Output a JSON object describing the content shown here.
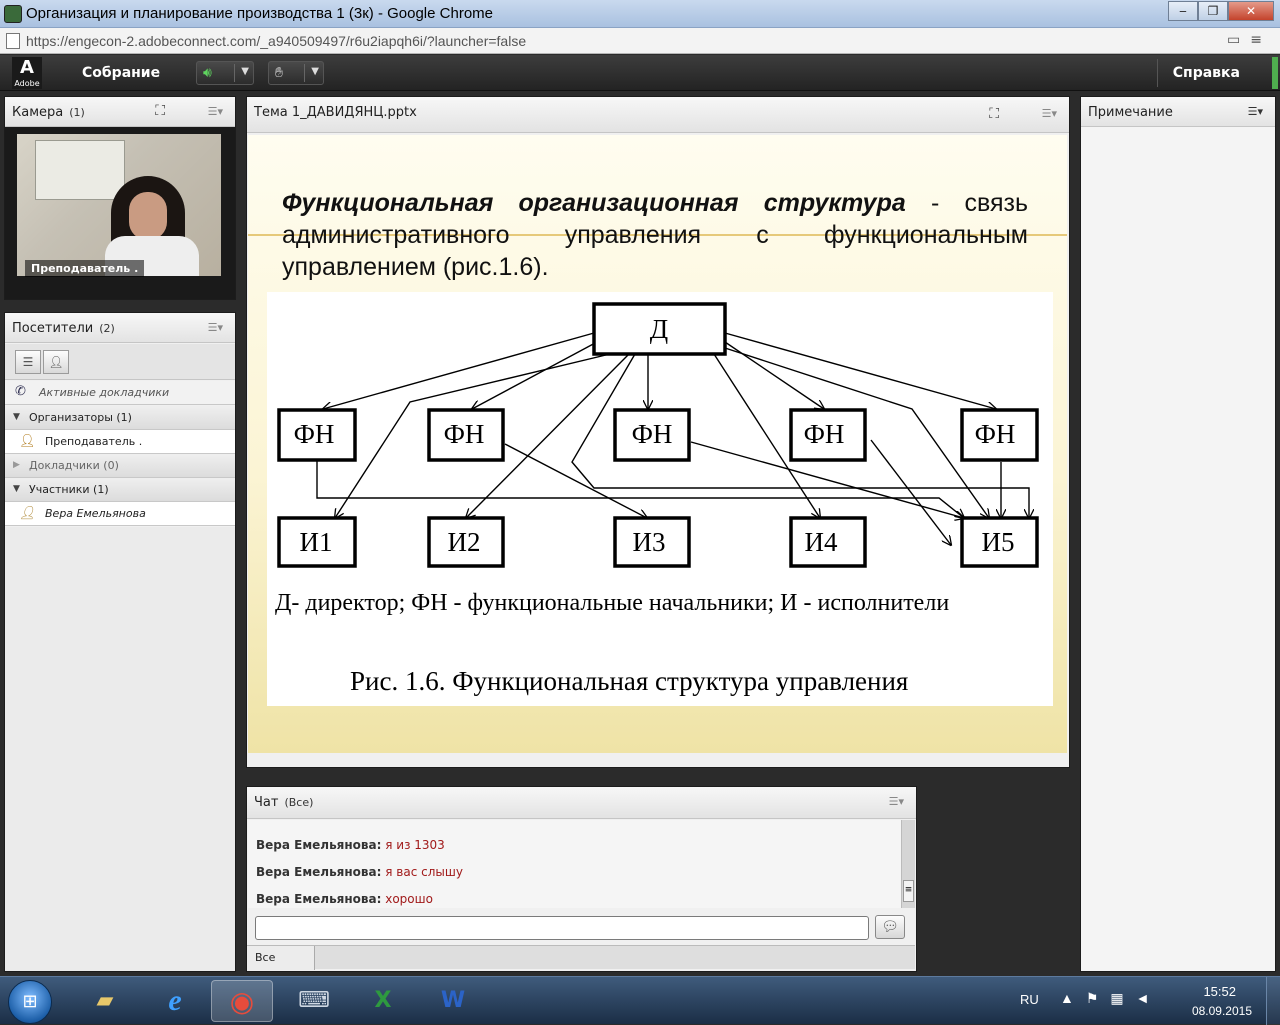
{
  "window": {
    "title": "Организация и планирование производства 1 (3к) - Google Chrome",
    "url": "https://engecon-2.adobeconnect.com/_a940509497/r6u2iapqh6i/?launcher=false",
    "min": "‒",
    "max": "❐",
    "close": "✕"
  },
  "appbar": {
    "logo_letter": "A",
    "logo_text": "Adobe",
    "meeting_menu": "Собрание",
    "help_menu": "Справка"
  },
  "camera_pod": {
    "title": "Камера",
    "count": "(1)",
    "overlay_label": "Преподаватель ."
  },
  "attendees_pod": {
    "title": "Посетители",
    "count": "(2)",
    "active_speakers": "Активные докладчики",
    "groups": [
      {
        "label": "Организаторы (1)",
        "members": [
          "Преподаватель ."
        ]
      },
      {
        "label": "Докладчики (0)",
        "members": []
      },
      {
        "label": "Участники (1)",
        "members": [
          "Вера Емельянова"
        ]
      }
    ]
  },
  "share_pod": {
    "title": "Тема 1_ДАВИДЯНЦ.pptx",
    "slide": {
      "title_bold": "Функциональная организационная структура",
      "title_rest": " - связь административного управления с функциональным управлением (рис.1.6).",
      "diagram": {
        "director": "Д",
        "heads": [
          "ФН",
          "ФН",
          "ФН",
          "ФН",
          "ФН"
        ],
        "executors": [
          "И1",
          "И2",
          "И3",
          "И4",
          "И5"
        ],
        "legend": "Д- директор; ФН - функциональные начальники; И - исполнители",
        "caption": "Рис. 1.6. Функциональная структура управления"
      }
    }
  },
  "notes_pod": {
    "title": "Примечание"
  },
  "chat_pod": {
    "title": "Чат",
    "scope": "(Все)",
    "messages": [
      {
        "sender": "Вера Емельянова:",
        "text": "я из 1303"
      },
      {
        "sender": "Вера Емельянова:",
        "text": "я вас слышу"
      },
      {
        "sender": "Вера Емельянова:",
        "text": "хорошо"
      }
    ],
    "input_placeholder": "",
    "tab_all": "Все"
  },
  "taskbar": {
    "lang": "RU",
    "time": "15:52",
    "date": "08.09.2015"
  },
  "colors": {
    "chat_message": "#a11a1a",
    "speaker_icon": "#5fd65f",
    "slide_bg": "#fbf4d4"
  }
}
